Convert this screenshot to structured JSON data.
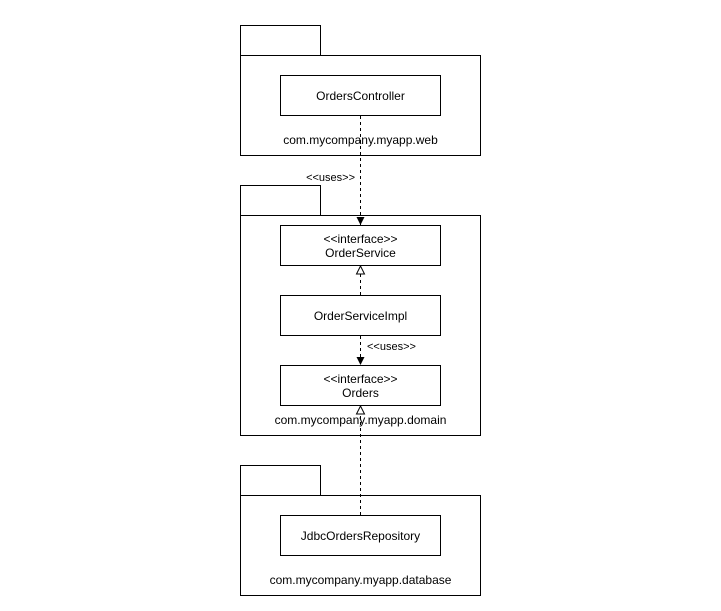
{
  "packages": {
    "web": {
      "name": "com.mycompany.myapp.web"
    },
    "domain": {
      "name": "com.mycompany.myapp.domain"
    },
    "database": {
      "name": "com.mycompany.myapp.database"
    }
  },
  "classes": {
    "orders_controller": {
      "name": "OrdersController"
    },
    "order_service": {
      "stereotype": "<<interface>>",
      "name": "OrderService"
    },
    "order_service_impl": {
      "name": "OrderServiceImpl"
    },
    "orders": {
      "stereotype": "<<interface>>",
      "name": "Orders"
    },
    "jdbc_orders_repository": {
      "name": "JdbcOrdersRepository"
    }
  },
  "relations": {
    "controller_uses_service": {
      "label": "<<uses>>"
    },
    "impl_uses_orders": {
      "label": "<<uses>>"
    }
  },
  "colors": {
    "stroke": "#000000",
    "fill": "#ffffff"
  }
}
